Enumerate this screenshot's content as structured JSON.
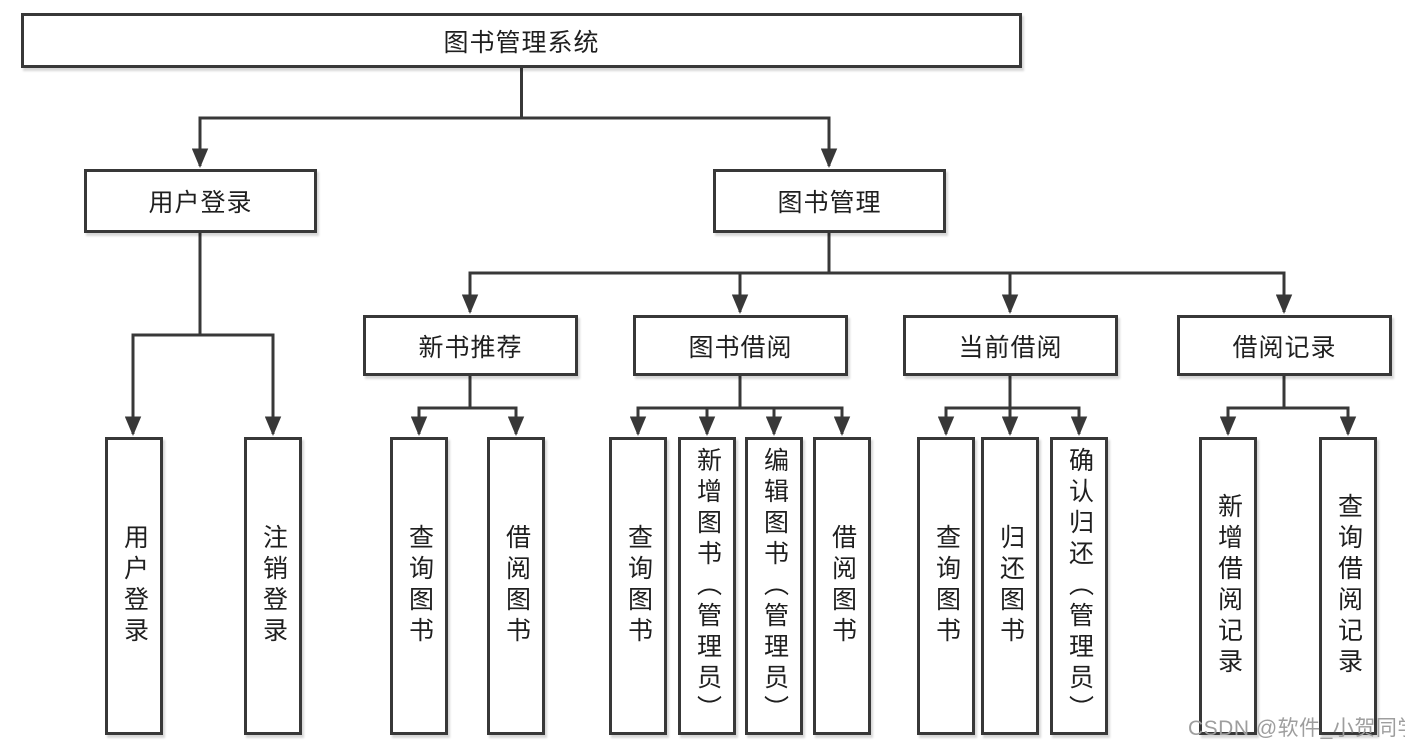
{
  "colors": {
    "line": "#383838",
    "ink": "#1f1f1f",
    "watermark": "#9e9e9e",
    "background": "#ffffff"
  },
  "watermark": {
    "text": "CSDN @软件_小贺同学"
  },
  "tree": {
    "root": {
      "label": "图书管理系统"
    },
    "branches": [
      {
        "label": "用户登录",
        "children": [
          {
            "label": "用户登录"
          },
          {
            "label": "注销登录"
          }
        ]
      },
      {
        "label": "图书管理",
        "children": [
          {
            "label": "新书推荐",
            "children": [
              {
                "label": "查询图书"
              },
              {
                "label": "借阅图书"
              }
            ]
          },
          {
            "label": "图书借阅",
            "children": [
              {
                "label": "查询图书"
              },
              {
                "label": "新增图书（管理员）"
              },
              {
                "label": "编辑图书（管理员）"
              },
              {
                "label": "借阅图书"
              }
            ]
          },
          {
            "label": "当前借阅",
            "children": [
              {
                "label": "查询图书"
              },
              {
                "label": "归还图书"
              },
              {
                "label": "确认归还（管理员）"
              }
            ]
          },
          {
            "label": "借阅记录",
            "children": [
              {
                "label": "新增借阅记录"
              },
              {
                "label": "查询借阅记录"
              }
            ]
          }
        ]
      }
    ]
  }
}
